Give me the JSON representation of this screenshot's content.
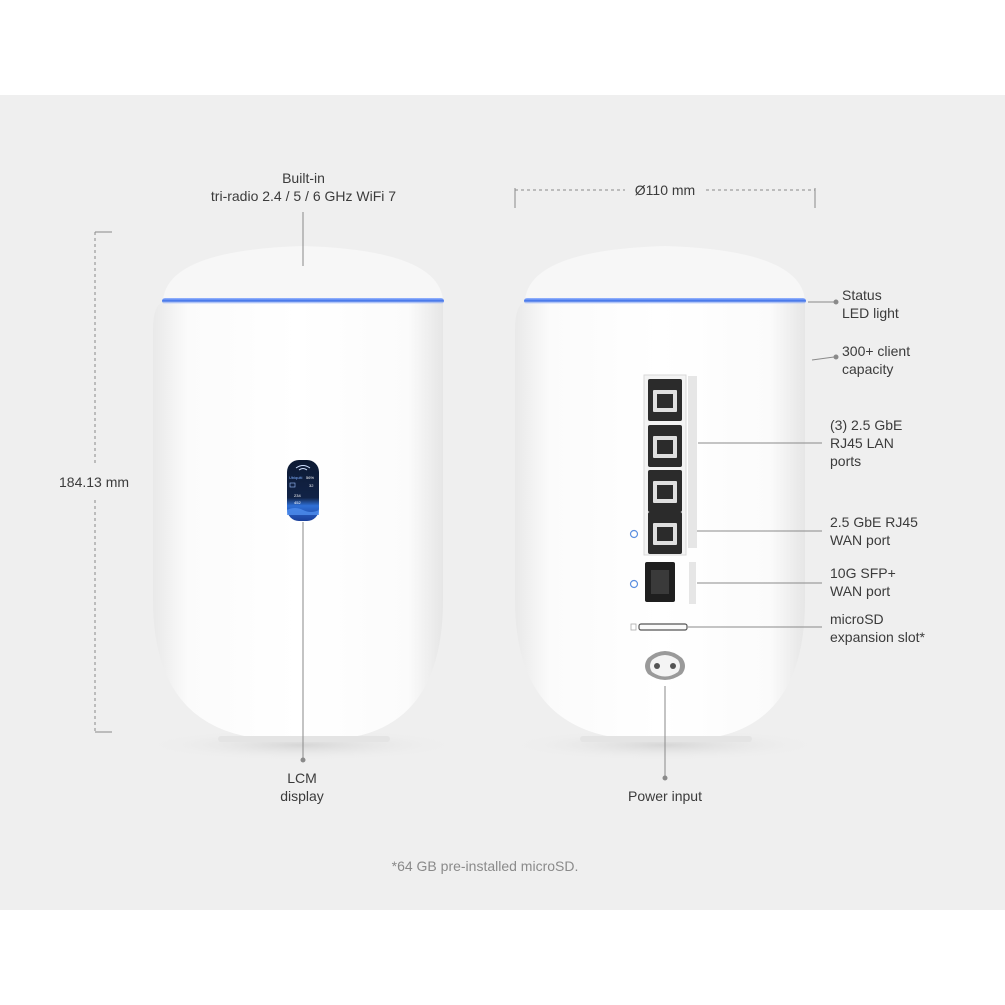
{
  "colors": {
    "background": "#efefef",
    "device": "#ffffff",
    "led": "#3b6fe8",
    "leader_line": "#8a8a8a"
  },
  "labels": {
    "wifi": "Built-in\ntri-radio 2.4 / 5 / 6 GHz WiFi 7",
    "diameter": "Ø110 mm",
    "height": "184.13 mm",
    "lcm": "LCM\ndisplay",
    "power": "Power input",
    "status_led": "Status\nLED light",
    "clients": "300+ client\ncapacity",
    "lan_ports": "(3) 2.5 GbE\nRJ45 LAN\nports",
    "wan_port": "2.5 GbE RJ45\nWAN port",
    "sfp_port": "10G SFP+\nWAN port",
    "microsd": "microSD\nexpansion slot*"
  },
  "footnote": "*64 GB pre-installed microSD.",
  "screen": {
    "brand": "Ubiquiti",
    "percent": "56%",
    "clients": "32",
    "down": "234",
    "up": "452"
  }
}
